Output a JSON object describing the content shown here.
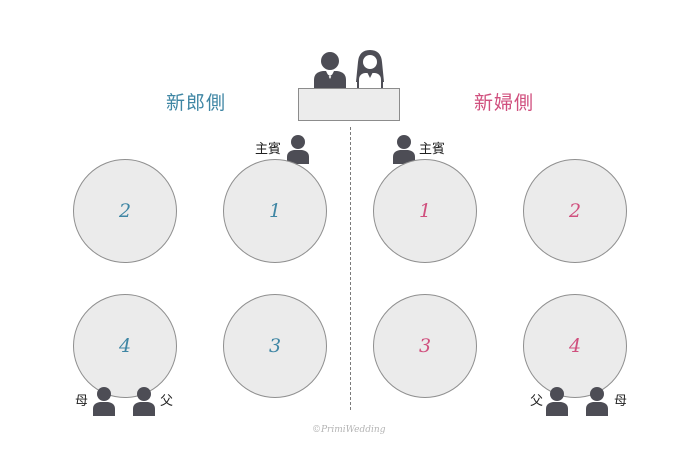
{
  "labels": {
    "groom_side": "新郎側",
    "bride_side": "新婦側",
    "main_guest": "主賓",
    "mother": "母",
    "father": "父"
  },
  "tables": {
    "groom": [
      "1",
      "2",
      "3",
      "4"
    ],
    "bride": [
      "1",
      "2",
      "3",
      "4"
    ]
  },
  "credit": "©PrimiWedding",
  "colors": {
    "groom": "#3f86a4",
    "bride": "#d0507e",
    "person": "#4d4d55"
  },
  "icons": [
    "groom-icon",
    "bride-icon",
    "person-icon"
  ]
}
